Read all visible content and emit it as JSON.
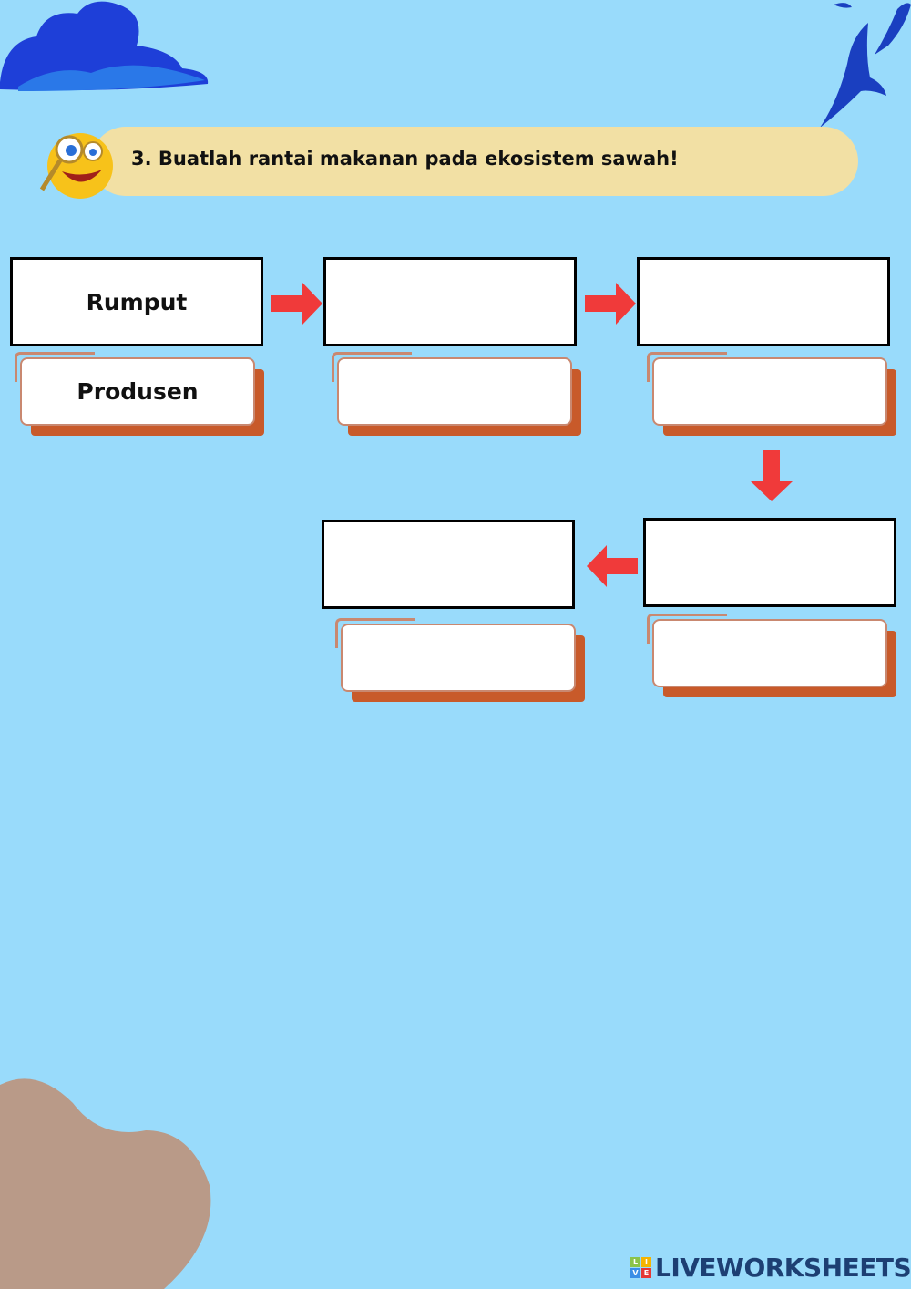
{
  "question": "3. Buatlah rantai makanan pada ekosistem sawah!",
  "chain": [
    {
      "organism": "Rumput",
      "role": "Produsen"
    },
    {
      "organism": "",
      "role": ""
    },
    {
      "organism": "",
      "role": ""
    },
    {
      "organism": "",
      "role": ""
    },
    {
      "organism": "",
      "role": ""
    }
  ],
  "logo": {
    "letters": [
      "L",
      "I",
      "V",
      "E"
    ],
    "word": "LIVEWORKSHEETS"
  },
  "colors": {
    "background": "#99dbfb",
    "arrow": "#f03a3a",
    "banner": "#f2e0a4",
    "label_shadow": "#c85a2a"
  }
}
